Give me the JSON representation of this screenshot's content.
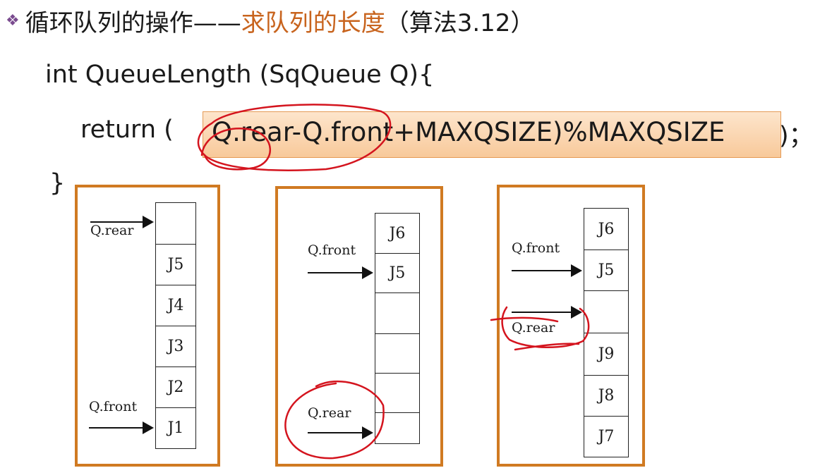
{
  "slide": {
    "bullet": "❖",
    "title_prefix": "循环队列的操作——",
    "title_accent": "求队列的长度",
    "title_suffix": "（算法3.12）"
  },
  "code": {
    "signature": "int  QueueLength (SqQueue Q){",
    "return_open": "return (",
    "expression": "Q.rear-Q.front+MAXQSIZE)%MAXQSIZE",
    "return_close": ")；",
    "closing_brace": "}"
  },
  "diagrams": [
    {
      "cells": [
        "",
        "J5",
        "J4",
        "J3",
        "J2",
        "J1"
      ],
      "pointers": [
        {
          "label": "Q.rear",
          "cell": 0
        },
        {
          "label": "Q.front",
          "cell": 5
        }
      ]
    },
    {
      "cells": [
        "J6",
        "J5",
        "",
        "",
        "",
        ""
      ],
      "pointers": [
        {
          "label": "Q.front",
          "cell": 1
        },
        {
          "label": "Q.rear",
          "cell": 5
        }
      ]
    },
    {
      "cells": [
        "J6",
        "J5",
        "",
        "J9",
        "J8",
        "J7"
      ],
      "pointers": [
        {
          "label": "Q.front",
          "cell": 1
        },
        {
          "label": "Q.rear",
          "cell": 2
        }
      ]
    }
  ],
  "colors": {
    "accent": "#c8641e",
    "panel_border": "#d07a22",
    "highlight_bg": "#f9d2a8",
    "ink_annotation": "#d4141e"
  }
}
